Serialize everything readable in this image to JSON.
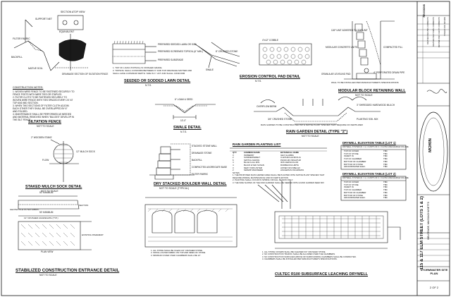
{
  "details": {
    "siltation_fence": {
      "title": "SILTATION FENCE",
      "scale": "NOT TO SCALE",
      "labels": {
        "support_net": "SUPPORT NET",
        "section_a": "SECTION A",
        "top_view": "TOP VIEW",
        "filter_fabric": "FILTER FABRIC",
        "equivalent": "EQUIVALENT",
        "backfill": "BACKFILL",
        "native_soil": "NATIVE SOIL",
        "drainage_section": "DRAINAGE SECTION OF SILTATION FENCE"
      },
      "notes_heading": "CONSTRUCTION NOTES:",
      "notes": [
        "1. WOVEN WIRE FENCE TO BE FASTENED SECURELY TO",
        "FENCE POSTS WITH WIRE TIES OR STAPLES.",
        "2. FILTER CLOTH TO BE FASTENED SECURELY TO",
        "WOVEN WIRE FENCE WITH TIES SPACED EVERY 24\" AT",
        "TOP AND MID SECTION.",
        "3. WHEN TWO SECTIONS OF FILTER CLOTH ADJOIN",
        "EACH OTHER THEY SHALL BE OVERLAPPED BY 6\"",
        "AND FOLDED.",
        "4. MAINTENANCE SHALL BE PERFORMED AS NEEDED",
        "AND MATERIAL REMOVED WHEN \"BULGES\" DEVELOP IN",
        "THE SILT FENCE."
      ]
    },
    "seeded_sod": {
      "title": "SEEDED OR SODDED LAWN DETAIL",
      "scale": "N.T.S.",
      "labels": {
        "prepared_lawn": "PREPARED SEEDED LAWN OR SOD",
        "prepared_screened": "PREPARED SCREENED TOPSOIL (6\" MIN.)",
        "subgrade": "PREPARED SUBGRADE"
      },
      "notes": [
        "1. TOP OF LOAM (TOPSOIL) IS FINISHED GRADE.",
        "2. TOPSOIL SHALL CONFORM BETWEEN 6\" AND TOP DRAINAGE MATTER AND",
        "SHALL HAVE A MINIMUM DEPTH. SIZE IN 1\" LIFT AND SHALL CONFORM"
      ]
    },
    "erosion_pad": {
      "title": "EROSION CONTROL PAD DETAIL",
      "scale": "N.T.S.",
      "labels": {
        "crushed": "8\" CRUSHED STONE",
        "cobble": "4\"x12\" COBBLE",
        "swale": "SWALE"
      }
    },
    "modular_wall": {
      "title": "MODULAR BLOCK RETAINING WALL",
      "scale": "NOT TO SCALE",
      "labels": {
        "cap": "CAP UNIT ADHERED TO TOP UNIT",
        "units": "MODULAR CONCRETE UNITS",
        "compacted_fill": "COMPACTED FILL",
        "leveling_pad": "GRANULAR LEVELING PAD",
        "drain_pipe": "4\" PERFORATED DRAIN PIPE",
        "note": "WALL TO BE INSTALLED PER MANUFACTURER'S SPECIFICATIONS"
      }
    },
    "swale": {
      "title": "SWALE DETAIL",
      "scale": "N.T.S.",
      "labels": {
        "loam_seed": "6\" LOAM & SEED",
        "dim": "10'-0\""
      }
    },
    "rain_garden": {
      "title": "RAIN GARDEN DETAIL (TYPE \"2\")",
      "scale": "NOT TO SCALE",
      "labels": {
        "overflow": "OVERFLOW BERM",
        "mulch": "3\" SHREDDED HARDWOOD MULCH",
        "planting": "PLANTING SOIL MIX",
        "stone": "3/4\" CRUSHED STONE",
        "note": "RAIN GARDEN TO BE CONSTRUCTED WITH NATIVE PLANT SPECIES THAT REQUIRE NO FERTILIZER"
      }
    },
    "rain_planting": {
      "title": "RAIN GARDEN PLANTING LIST",
      "headers": [
        "QTY",
        "COMMON NAME",
        "BOTANICAL NAME"
      ],
      "rows": [
        [
          "3",
          "INKBERRY",
          "ILEX GLABRA"
        ],
        [
          "2",
          "SUMMERSWEET",
          "CLETHRA ALNIFOLIA"
        ],
        [
          "6",
          "SWITCH GRASS",
          "PANICUM VIRGATUM"
        ],
        [
          "4",
          "BLUE FLAG IRIS",
          "IRIS VERSICOLOR"
        ],
        [
          "4",
          "BLACK EYED SUSAN",
          "RUDBECKIA HIRTA"
        ],
        [
          "3",
          "NEW YORK ASTER",
          "ASTER NOVI-BELGII"
        ],
        [
          "2",
          "SWAMP MILKWEED",
          "ASCLEPIAS INCARNATA"
        ]
      ],
      "notes": [
        "NOTES:",
        "1. THE PROPOSED RAIN GARDEN AREA SHALL BE PLANTED WITH NATIVE PLANT SPECIES THAT",
        "REQUIRE MINIMAL MAINTENANCE AND NO FERTILIZATION.",
        "2. PLANTING SHALL OCCUR IN SPRING OR FALL SEASON ONLY.",
        "3. THE SIDE SLOPES OF THE RAIN GARDEN SHALL BE SEEDED WITH A RAIN GARDEN SEED MIX"
      ]
    },
    "drywell_tables": [
      {
        "title": "DRYWELL ELEVATION TABLE (LOT 1)",
        "caption": "DRYWELL SYSTEM (N = 1): 4 UNITS OF 4 = FLOW & RECHARGE VOLUME",
        "rows": [
          [
            "TOP OF COVER",
            "TBD"
          ],
          [
            "TOP OF STONE",
            "TBD"
          ],
          [
            "INVERT IN",
            "TBD"
          ],
          [
            "TOP OF CHAMBER",
            "TBD"
          ],
          [
            "BOTTOM OF CHAMBER",
            "TBD"
          ],
          [
            "BOTTOM OF STONE",
            "TBD"
          ],
          [
            "GROUNDWATER ELEV.",
            "TBD"
          ]
        ]
      },
      {
        "title": "DRYWELL ELEVATION TABLE (LOT 2)",
        "caption": "DRYWELL SYSTEM (N = 1): 4 UNITS OF 4 = FLOW & RECHARGE VOLUME",
        "rows": [
          [
            "TOP OF COVER",
            "TBD"
          ],
          [
            "TOP OF STONE",
            "TBD"
          ],
          [
            "INVERT IN",
            "TBD"
          ],
          [
            "TOP OF CHAMBER",
            "TBD"
          ],
          [
            "BOTTOM OF CHAMBER",
            "TBD"
          ],
          [
            "BOTTOM OF STONE",
            "TBD"
          ],
          [
            "GROUNDWATER ELEV.",
            "TBD"
          ]
        ]
      }
    ],
    "mulch_sock": {
      "title": "STAKED MULCH SOCK DETAIL",
      "scale": "NOT TO SCALE",
      "labels": {
        "stake": "2\" WOODEN STAKE",
        "sock": "12\" MULCH SOCK",
        "flow": "FLOW"
      }
    },
    "boulder_wall": {
      "title": "DRY STACKED BOULDER WALL DETAIL",
      "scale": "NOT TO SCALE (TYPICAL)",
      "labels": {
        "stacked": "STACKED STONE WALL",
        "drainage": "DRAINAGE STONE",
        "backfill": "BACKFILL",
        "compacted": "COMPACTED AGGREGATE BASE",
        "fabric": "FILTER FABRIC"
      }
    },
    "construction_entrance": {
      "title": "STABILIZED CONSTRUCTION ENTRANCE DETAIL",
      "scale": "NOT TO SCALE",
      "labels": {
        "min1": "50' MINIMUM",
        "min2": "50' MINIMUM",
        "fabric": "GEOTEXTILE FILTER FABRIC",
        "crushed": "12\" CRUSHED AGGREGATE (TYP.)",
        "existing": "EXISTING PAVEMENT",
        "plan": "PLAN VIEW",
        "section": "SECTION"
      }
    },
    "drywell_detail": {
      "title": "CULTEC R100 SUBSURFACE LEACHING DRYWELL",
      "notes": [
        "1. ALL STONE COVERS SHALL BE CLEANED 3/4\" CRUSHED STONE.",
        "2. NO CONSTRUCTION TRAFFIC SHALL BE ALLOWED OVER THE CHAMBERS.",
        "3. NO CONSTRUCTION SURFACES ABOVE OR SURROUNDING CHAMBERS SHALL BE COMPACTED.",
        "4. CHAMBERS SHALL BE INSTALLED PER MANUFACTURER'S SPECIFICATIONS."
      ]
    },
    "chamber_section": {
      "notes": [
        "1. ALL STONE SHALL BE CLEAN 3/4\" CRUSHED STONE.",
        "2. INSTALL FILTER FABRIC ON TOP AND SIDES OF STONE.",
        "3. MINIMUM COVER OVER CHAMBERS SHALL BE 12\"."
      ]
    }
  },
  "title_block": {
    "project": "115 & 117 ELM STREET (LOTS 1 & 2)",
    "town": "BELGRADE, MASSACHUSETTS",
    "sheet_name": "STORMWATER SITE PLAN",
    "sheet_no": "2 OF 2",
    "firm": "MORIN",
    "revisions_heading": "REVISIONS",
    "revisions": [
      "REVISED PER ZBA COMMENTS",
      "REVISED PER TOWN COMMENTS",
      "REVISED PER CLIENT COMMENTS",
      "ISSUED FOR REVIEW"
    ]
  }
}
